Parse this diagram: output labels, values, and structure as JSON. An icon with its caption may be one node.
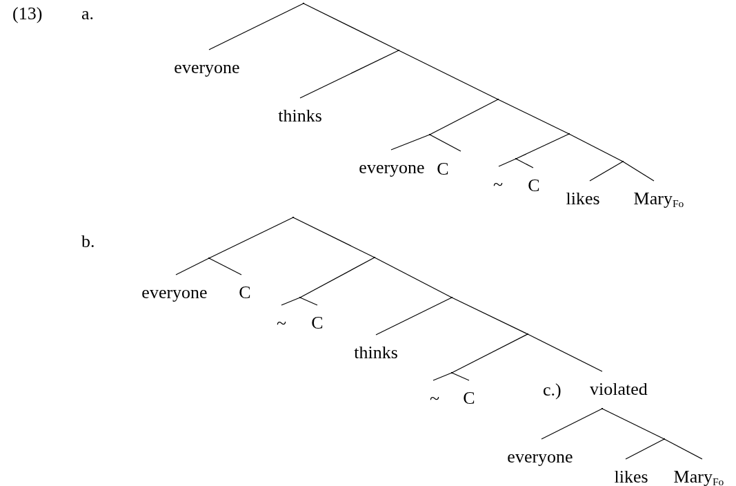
{
  "diagram": {
    "nodes": [
      {
        "text": [],
        "shape": "point"
      },
      {
        "text": [
          "everyone"
        ]
      },
      {
        "text": [],
        "shape": "point"
      },
      {
        "text": [
          "thinks"
        ]
      },
      {
        "text": [],
        "shape": "point"
      },
      {
        "text": [],
        "shape": "point"
      },
      {
        "text": [
          "everyone"
        ]
      },
      {
        "text": [
          "C"
        ]
      },
      {
        "text": [],
        "shape": "point"
      },
      {
        "text": [],
        "shape": "point"
      },
      {
        "text": [
          "~"
        ]
      },
      {
        "text": [
          "C"
        ]
      },
      {
        "text": [],
        "shape": "point"
      },
      {
        "text": [
          "likes"
        ]
      },
      {
        "text": [
          "Mary$_{Fo}$"
        ]
      },
      {
        "text": [],
        "shape": "point"
      },
      {
        "text": [],
        "shape": "point"
      },
      {
        "text": [
          "everyone"
        ]
      },
      {
        "text": [
          "C"
        ]
      },
      {
        "text": [],
        "shape": "point"
      },
      {
        "text": [],
        "shape": "point"
      },
      {
        "text": [
          "~"
        ]
      },
      {
        "text": [
          "C"
        ]
      },
      {
        "text": [],
        "shape": "point"
      },
      {
        "text": [
          "thinks"
        ]
      },
      {
        "text": [],
        "shape": "point"
      },
      {
        "text": [],
        "shape": "point"
      },
      {
        "text": [
          "~"
        ]
      },
      {
        "text": [
          "C"
        ]
      },
      {
        "text": [
          "violated"
        ]
      },
      {
        "text": [],
        "shape": "point"
      },
      {
        "text": [
          "everyone"
        ]
      },
      {
        "text": [],
        "shape": "point"
      },
      {
        "text": [
          "likes"
        ]
      },
      {
        "text": [
          "Mary$_{Fo}$"
        ]
      }
    ],
    "edges": [
      {
        "from": 0,
        "to": 1,
        "arrow": "none"
      },
      {
        "from": 0,
        "to": 2,
        "arrow": "none"
      },
      {
        "from": 2,
        "to": 3,
        "arrow": "none"
      },
      {
        "from": 2,
        "to": 4,
        "arrow": "none"
      },
      {
        "from": 4,
        "to": 5,
        "arrow": "none"
      },
      {
        "from": 5,
        "to": 6,
        "arrow": "none"
      },
      {
        "from": 5,
        "to": 7,
        "arrow": "none"
      },
      {
        "from": 4,
        "to": 8,
        "arrow": "none"
      },
      {
        "from": 8,
        "to": 9,
        "arrow": "none"
      },
      {
        "from": 9,
        "to": 10,
        "arrow": "none"
      },
      {
        "from": 9,
        "to": 11,
        "arrow": "none"
      },
      {
        "from": 8,
        "to": 12,
        "arrow": "none"
      },
      {
        "from": 12,
        "to": 13,
        "arrow": "none"
      },
      {
        "from": 12,
        "to": 14,
        "arrow": "none"
      },
      {
        "from": 15,
        "to": 16,
        "arrow": "none"
      },
      {
        "from": 16,
        "to": 17,
        "arrow": "none"
      },
      {
        "from": 16,
        "to": 18,
        "arrow": "none"
      },
      {
        "from": 15,
        "to": 19,
        "arrow": "none"
      },
      {
        "from": 19,
        "to": 20,
        "arrow": "none"
      },
      {
        "from": 20,
        "to": 21,
        "arrow": "none"
      },
      {
        "from": 20,
        "to": 22,
        "arrow": "none"
      },
      {
        "from": 19,
        "to": 23,
        "arrow": "none"
      },
      {
        "from": 23,
        "to": 24,
        "arrow": "none"
      },
      {
        "from": 23,
        "to": 25,
        "arrow": "none"
      },
      {
        "from": 25,
        "to": 26,
        "arrow": "none"
      },
      {
        "from": 26,
        "to": 27,
        "arrow": "none"
      },
      {
        "from": 26,
        "to": 28,
        "arrow": "none"
      },
      {
        "from": 25,
        "to": 29,
        "arrow": "none"
      },
      {
        "from": 30,
        "to": 31,
        "arrow": "none"
      },
      {
        "from": 30,
        "to": 32,
        "arrow": "none"
      },
      {
        "from": 32,
        "to": 33,
        "arrow": "none"
      },
      {
        "from": 32,
        "to": 34,
        "arrow": "none"
      }
    ],
    "labels": [
      "(13)",
      "a.",
      "b.",
      "c.)"
    ]
  }
}
